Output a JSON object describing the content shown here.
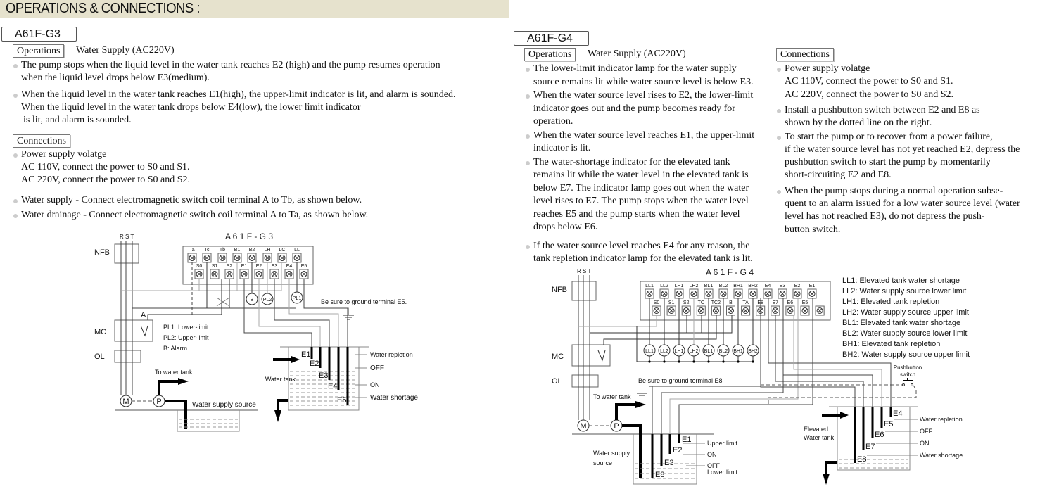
{
  "header": {
    "title": "OPERATIONS & CONNECTIONS :"
  },
  "g3": {
    "model": "A61F-G3",
    "operations_label": "Operations",
    "operations_mode": "Water Supply  (AC220V)",
    "operations": [
      [
        "The pump stops when the liquid level in the water tank reaches E2 (high) and the pump resumes operation",
        "when the liquid level drops below E3(medium)."
      ],
      [
        "When the liquid level in the water tank reaches E1(high), the upper-limit indicator is lit, and alarm is sounded.",
        "When the liquid level in the water tank drops below E4(low), the lower limit indicator",
        " is lit, and alarm is sounded."
      ]
    ],
    "connections_label": "Connections",
    "connections": [
      [
        "Power supply volatge",
        "AC  110V, connect the power to S0 and S1.",
        "AC  220V, connect the power to S0 and S2."
      ],
      [
        "Water supply - Connect electromagnetic switch coil terminal A to Tb, as shown below."
      ],
      [
        "Water drainage - Connect electromagnetic switch coil terminal A to Ta, as shown below."
      ]
    ],
    "diagram": {
      "title": "A 6 1 F  - G 3",
      "rst": "R S T",
      "nfb": "NFB",
      "mc": "MC",
      "ol": "OL",
      "a": "A",
      "m": "M",
      "p": "P",
      "top_terminals": [
        "Ta",
        "Tc",
        "Tb",
        "B1",
        "B2",
        "LH",
        "LC",
        "LL"
      ],
      "bottom_terminals": [
        "S0",
        "S1",
        "S2",
        "E1",
        "E2",
        "E3",
        "E4",
        "E5"
      ],
      "lamps": [
        "B",
        "PL2",
        "PL1"
      ],
      "legend": [
        "PL1: Lower-limit",
        "PL2: Upper-limit",
        "B: Alarm"
      ],
      "ground_note": "Be sure to ground terminal E5.",
      "to_tank": "To water tank",
      "source": "Water supply source",
      "tank": "Water tank",
      "probes": [
        "E1",
        "E2",
        "E3",
        "E4",
        "E5"
      ],
      "levels": [
        "Water repletion",
        "OFF",
        "ON",
        "Water shortage"
      ]
    }
  },
  "g4": {
    "model": "A61F-G4",
    "operations_label": "Operations",
    "operations_mode": "Water Supply  (AC220V)",
    "operations": [
      [
        "The lower-limit indicator lamp for the water supply",
        "source remains lit while water source level is below E3."
      ],
      [
        "When the water source level rises to E2, the lower-limit",
        "indicator goes out and the pump becomes ready for",
        "operation."
      ],
      [
        "When the water source level reaches E1, the upper-limit",
        "indicator is lit."
      ],
      [
        "The water-shortage indicator for the elevated tank",
        "remains lit while the water level in the elevated tank is",
        "below E7. The indicator lamp goes out when the water",
        "level rises to E7. The pump stops when the water level",
        "reaches E5 and the pump starts when the water level",
        "drops below E6."
      ],
      [
        "If the water source level reaches E4 for any reason, the",
        "tank repletion indicator lamp for the elevated tank is lit."
      ]
    ],
    "connections_label": "Connections",
    "connections": [
      [
        "Power supply volatge",
        "AC  110V, connect the power to S0 and S1.",
        "AC  220V, connect the power to S0 and S2."
      ],
      [
        "Install a pushbutton switch between E2 and E8 as",
        "shown by the dotted line on the right."
      ],
      [
        "To start the pump or to recover from a power failure,",
        "if the water source level has not yet reached E2, depress the",
        "pushbutton switch to start the pump by momentarily",
        "short-circuiting E2 and E8."
      ],
      [
        "When the pump stops during a normal operation subse-",
        "quent to an alarm issued for a low water source level (water",
        "level has not reached E3), do not depress the push-",
        "button switch."
      ]
    ],
    "diagram": {
      "title": "A 6 1 F  - G 4",
      "rst": "R S T",
      "nfb": "NFB",
      "mc": "MC",
      "ol": "OL",
      "m": "M",
      "p": "P",
      "top_terminals": [
        "LL1",
        "LL2",
        "LH1",
        "LH2",
        "BL1",
        "BL2",
        "BH1",
        "BH2",
        "E4",
        "E3",
        "E2",
        "E1"
      ],
      "bottom_terminals": [
        "S0",
        "S1",
        "S2",
        "TC",
        "TC2",
        "B",
        "TA",
        "E8",
        "E7",
        "E6",
        "E5",
        ""
      ],
      "lamps": [
        "LL1",
        "LL2",
        "LH1",
        "LH2",
        "BL1",
        "BL2",
        "BH1",
        "BH2"
      ],
      "legend": [
        "LL1: Elevated tank water shortage",
        "LL2: Water supply source lower limit",
        "LH1: Elevated tank repletion",
        "LH2: Water supply source upper limit",
        "BL1: Elevated tank water shortage",
        "BL2: Water supply source lower limit",
        "BH1: Elevated tank repletion",
        "BH2: Water supply source upper limit"
      ],
      "ground_note": "Be sure to ground terminal E8",
      "to_tank": "To water tank",
      "source": [
        "Water supply",
        "source"
      ],
      "source_probes": [
        "E1",
        "E2",
        "E3",
        "E8"
      ],
      "source_levels": [
        "Upper limit",
        "ON",
        "OFF",
        "Lower limit"
      ],
      "pushbutton": [
        "Pushbutton",
        "switch"
      ],
      "elevated": [
        "Elevated",
        "Water tank"
      ],
      "tank_probes": [
        "E4",
        "E5",
        "E6",
        "E7",
        "E8"
      ],
      "tank_levels": [
        "Water repletion",
        "OFF",
        "ON",
        "Water shortage"
      ]
    }
  }
}
